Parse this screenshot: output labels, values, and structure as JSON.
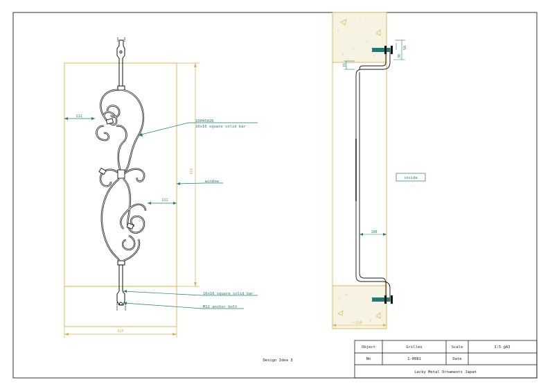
{
  "drawing": {
    "left_view": {
      "dim_outer_width": "625",
      "dim_height": "850",
      "dim_left_offset": "111",
      "dim_right_offset": "111",
      "callout_main_bar_code": "10045026",
      "callout_main_bar_desc": "16x16 square solid bar",
      "callout_window": "window",
      "callout_lower_bar": "16x16 square solid bar",
      "callout_anchor": "M12 anchor bolt"
    },
    "section_view": {
      "label_inside": "inside",
      "dim_depth": "100",
      "dim_wall": "210",
      "dim_small_a": "50",
      "dim_small_b": "30",
      "dim_small_c": "15"
    },
    "design_label": "Design Idea 3"
  },
  "title_block": {
    "object_label": "Object",
    "object_value": "Grilles",
    "scale_label": "Scale",
    "scale_value": "1:5 @A3",
    "no_label": "No",
    "no_value": "1-0081",
    "date_label": "Date",
    "date_value": "",
    "company": "Lecky Metal Ornaments Japan"
  },
  "colors": {
    "frame": "#000000",
    "window_outline": "#d8b24a",
    "dimension": "#1f7a7a",
    "metal": "#111111",
    "wall_fill": "#f7f3e3"
  }
}
